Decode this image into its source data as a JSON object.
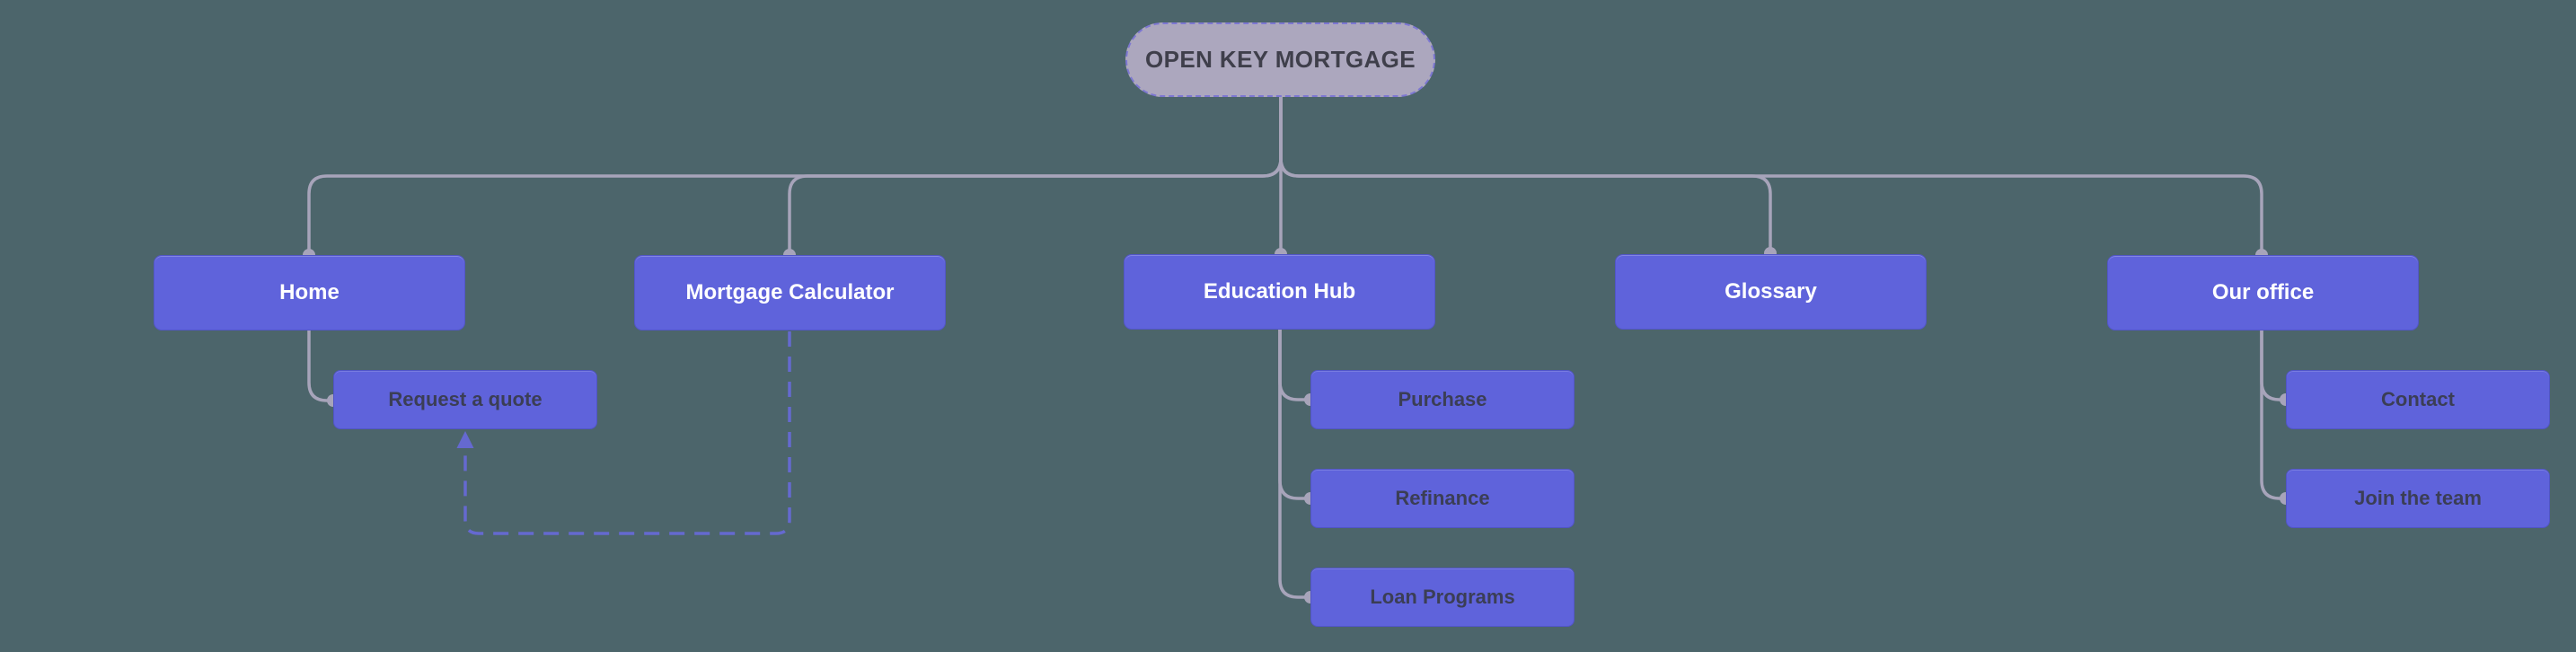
{
  "diagram": {
    "root": {
      "label": "OPEN KEY MORTGAGE"
    },
    "pages": [
      {
        "label": "Home",
        "children": [
          {
            "label": "Request a quote"
          }
        ]
      },
      {
        "label": "Mortgage Calculator",
        "children": []
      },
      {
        "label": "Education Hub",
        "children": [
          {
            "label": "Purchase"
          },
          {
            "label": "Refinance"
          },
          {
            "label": "Loan Programs"
          }
        ]
      },
      {
        "label": "Glossary",
        "children": []
      },
      {
        "label": "Our office",
        "children": [
          {
            "label": "Contact"
          },
          {
            "label": "Join the team"
          }
        ]
      }
    ],
    "special_links": [
      {
        "from": "Mortgage Calculator",
        "to": "Request a quote",
        "style": "dashed-arrow-up"
      }
    ],
    "colors": {
      "background": "#4C656B",
      "node_fill": "#5F63DB",
      "root_fill": "#ACA7BE",
      "root_border": "#7D77D2",
      "connector": "#A7A4BA",
      "dashed_link": "#6569D0",
      "node_text": "#FFFFFF",
      "child_text": "#3B3E55",
      "root_text": "#3F3F4B"
    }
  }
}
